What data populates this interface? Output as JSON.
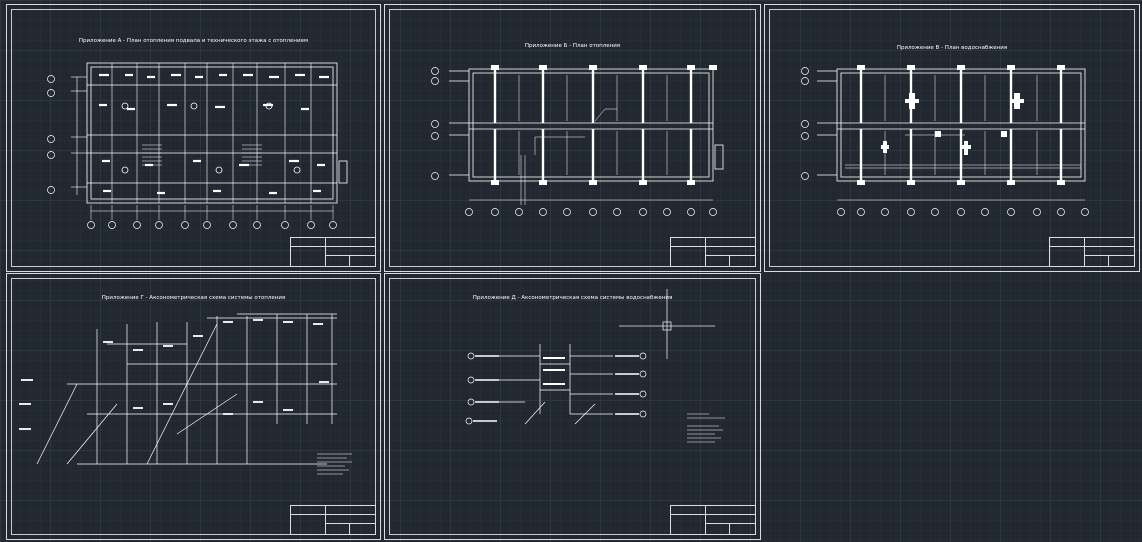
{
  "sheets": [
    {
      "id": "a",
      "title": "Приложение А - План отопления подвала и технического этажа с отоплением"
    },
    {
      "id": "b",
      "title": "Приложение Б - План отопления"
    },
    {
      "id": "c",
      "title": "Приложение В - План водоснабжения"
    },
    {
      "id": "d",
      "title": "Приложение Г - Аксонометрическая схема системы отопления"
    },
    {
      "id": "e",
      "title": "Приложение Д - Аксонометрическая схема системы водоснабжения"
    }
  ],
  "colors": {
    "background": "#212830",
    "grid_major": "#2e3641",
    "line": "#ffffff",
    "frame": "#d8dce0"
  },
  "icons": {
    "cursor": "crosshair-cursor-icon"
  }
}
